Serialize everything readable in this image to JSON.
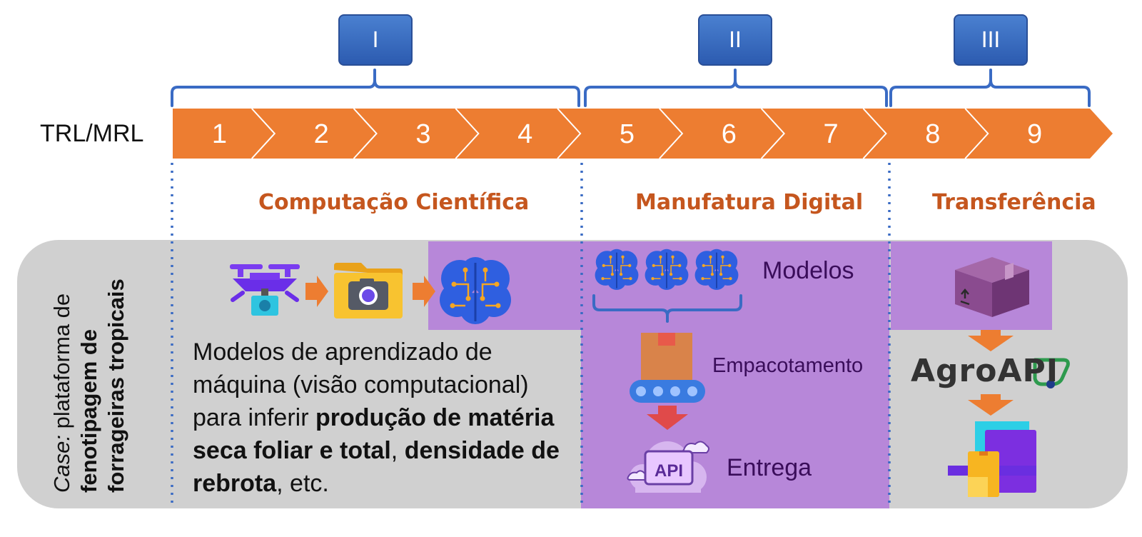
{
  "phases": [
    {
      "roman": "I",
      "title": "Computação Científica"
    },
    {
      "roman": "II",
      "title": "Manufatura Digital"
    },
    {
      "roman": "III",
      "title": "Transferência"
    }
  ],
  "trl": {
    "label": "TRL/MRL",
    "levels": [
      "1",
      "2",
      "3",
      "4",
      "5",
      "6",
      "7",
      "8",
      "9"
    ]
  },
  "case": {
    "prefix": "Case:",
    "line1_rest": " plataforma de",
    "line2": "fenotipagem de",
    "line3": "forrageiras tropicais"
  },
  "description": {
    "part1": "Modelos de aprendizado de máquina (visão computacional) para inferir ",
    "bold1": "produção de matéria seca foliar e total",
    "part2": ", ",
    "bold2": "densidade de rebrota",
    "part3": ", etc."
  },
  "labels": {
    "modelos": "Modelos",
    "empacotamento": "Empacotamento",
    "entrega": "Entrega",
    "api": "API",
    "agroapi": "AgroAPI"
  },
  "colors": {
    "arrow": "#ed7d31",
    "phase_box": "#2f5fb3",
    "phase_title": "#c5561e",
    "purple": "#b787d9",
    "panel": "#d0d0d0"
  }
}
